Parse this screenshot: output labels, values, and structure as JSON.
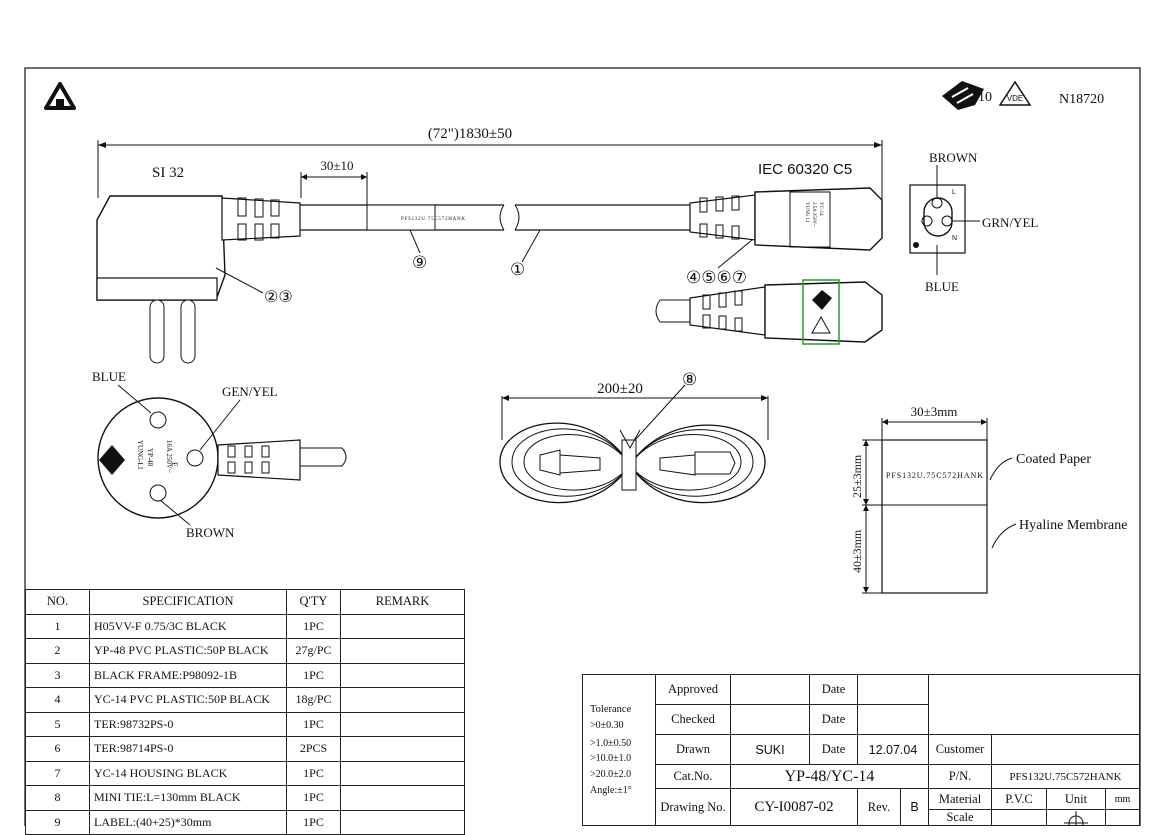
{
  "header": {
    "cert_mark_1_number": "10",
    "cert_mark_2": "VDE",
    "cert_number": "N18720"
  },
  "drawing": {
    "overall_length": "(72\")1830±50",
    "plug_type": "SI 32",
    "connector_type": "IEC 60320 C5",
    "label_offset": "30±10",
    "label_text": "PFS132U.75C572HANK",
    "connector_print": [
      "YUNG LI",
      "2.5A 250V~",
      "YC-14"
    ],
    "balloons": {
      "cable": "①",
      "label": "⑨",
      "plug": "②③",
      "connector": "④⑤⑥⑦",
      "tie": "⑧"
    },
    "plug_face": {
      "blue": "BLUE",
      "gen_yel": "GEN/YEL",
      "brown": "BROWN",
      "print": [
        "YUNG-LI",
        "YP-48",
        "16A 250V~"
      ],
      "earth": "E"
    },
    "socket_face": {
      "brown": "BROWN",
      "grn_yel": "GRN/YEL",
      "blue": "BLUE",
      "live": "L",
      "neutral": "N"
    },
    "coil_length": "200±20",
    "label_detail": {
      "width": "30±3mm",
      "paper_height": "25±3mm",
      "membrane_height": "40±3mm",
      "coated_paper": "Coated Paper",
      "hyaline_membrane": "Hyaline Membrane",
      "print": "PFS132U.75C572HANK"
    }
  },
  "bom": {
    "headers": [
      "NO.",
      "SPECIFICATION",
      "Q'TY",
      "REMARK"
    ],
    "rows": [
      {
        "no": "1",
        "spec": "H05VV-F 0.75/3C BLACK",
        "qty": "1PC",
        "remark": ""
      },
      {
        "no": "2",
        "spec": "YP-48 PVC PLASTIC:50P BLACK",
        "qty": "27g/PC",
        "remark": ""
      },
      {
        "no": "3",
        "spec": "BLACK FRAME:P98092-1B",
        "qty": "1PC",
        "remark": ""
      },
      {
        "no": "4",
        "spec": "YC-14 PVC PLASTIC:50P BLACK",
        "qty": "18g/PC",
        "remark": ""
      },
      {
        "no": "5",
        "spec": "TER:98732PS-0",
        "qty": "1PC",
        "remark": ""
      },
      {
        "no": "6",
        "spec": "TER:98714PS-0",
        "qty": "2PCS",
        "remark": ""
      },
      {
        "no": "7",
        "spec": "YC-14 HOUSING BLACK",
        "qty": "1PC",
        "remark": ""
      },
      {
        "no": "8",
        "spec": "MINI TIE:L=130mm BLACK",
        "qty": "1PC",
        "remark": ""
      },
      {
        "no": "9",
        "spec": "LABEL:(40+25)*30mm",
        "qty": "1PC",
        "remark": ""
      }
    ]
  },
  "title_block": {
    "tolerance_label": "Tolerance",
    "tolerance_lines": [
      ">0±0.30",
      ">1.0±0.50",
      ">10.0±1.0",
      ">20.0±2.0",
      "Angle:±1°"
    ],
    "approved_label": "Approved",
    "checked_label": "Checked",
    "drawn_label": "Drawn",
    "drawn_by": "SUKI",
    "date_label": "Date",
    "drawn_date": "12.07.04",
    "customer_label": "Customer",
    "cat_no_label": "Cat.No.",
    "cat_no": "YP-48/YC-14",
    "pn_label": "P/N.",
    "pn": "PFS132U.75C572HANK",
    "drawing_no_label": "Drawing No.",
    "drawing_no": "CY-I0087-02",
    "rev_label": "Rev.",
    "rev": "B",
    "material_label": "Material",
    "material": "P.V.C",
    "unit_label": "Unit",
    "unit": "mm",
    "scale_label": "Scale"
  }
}
